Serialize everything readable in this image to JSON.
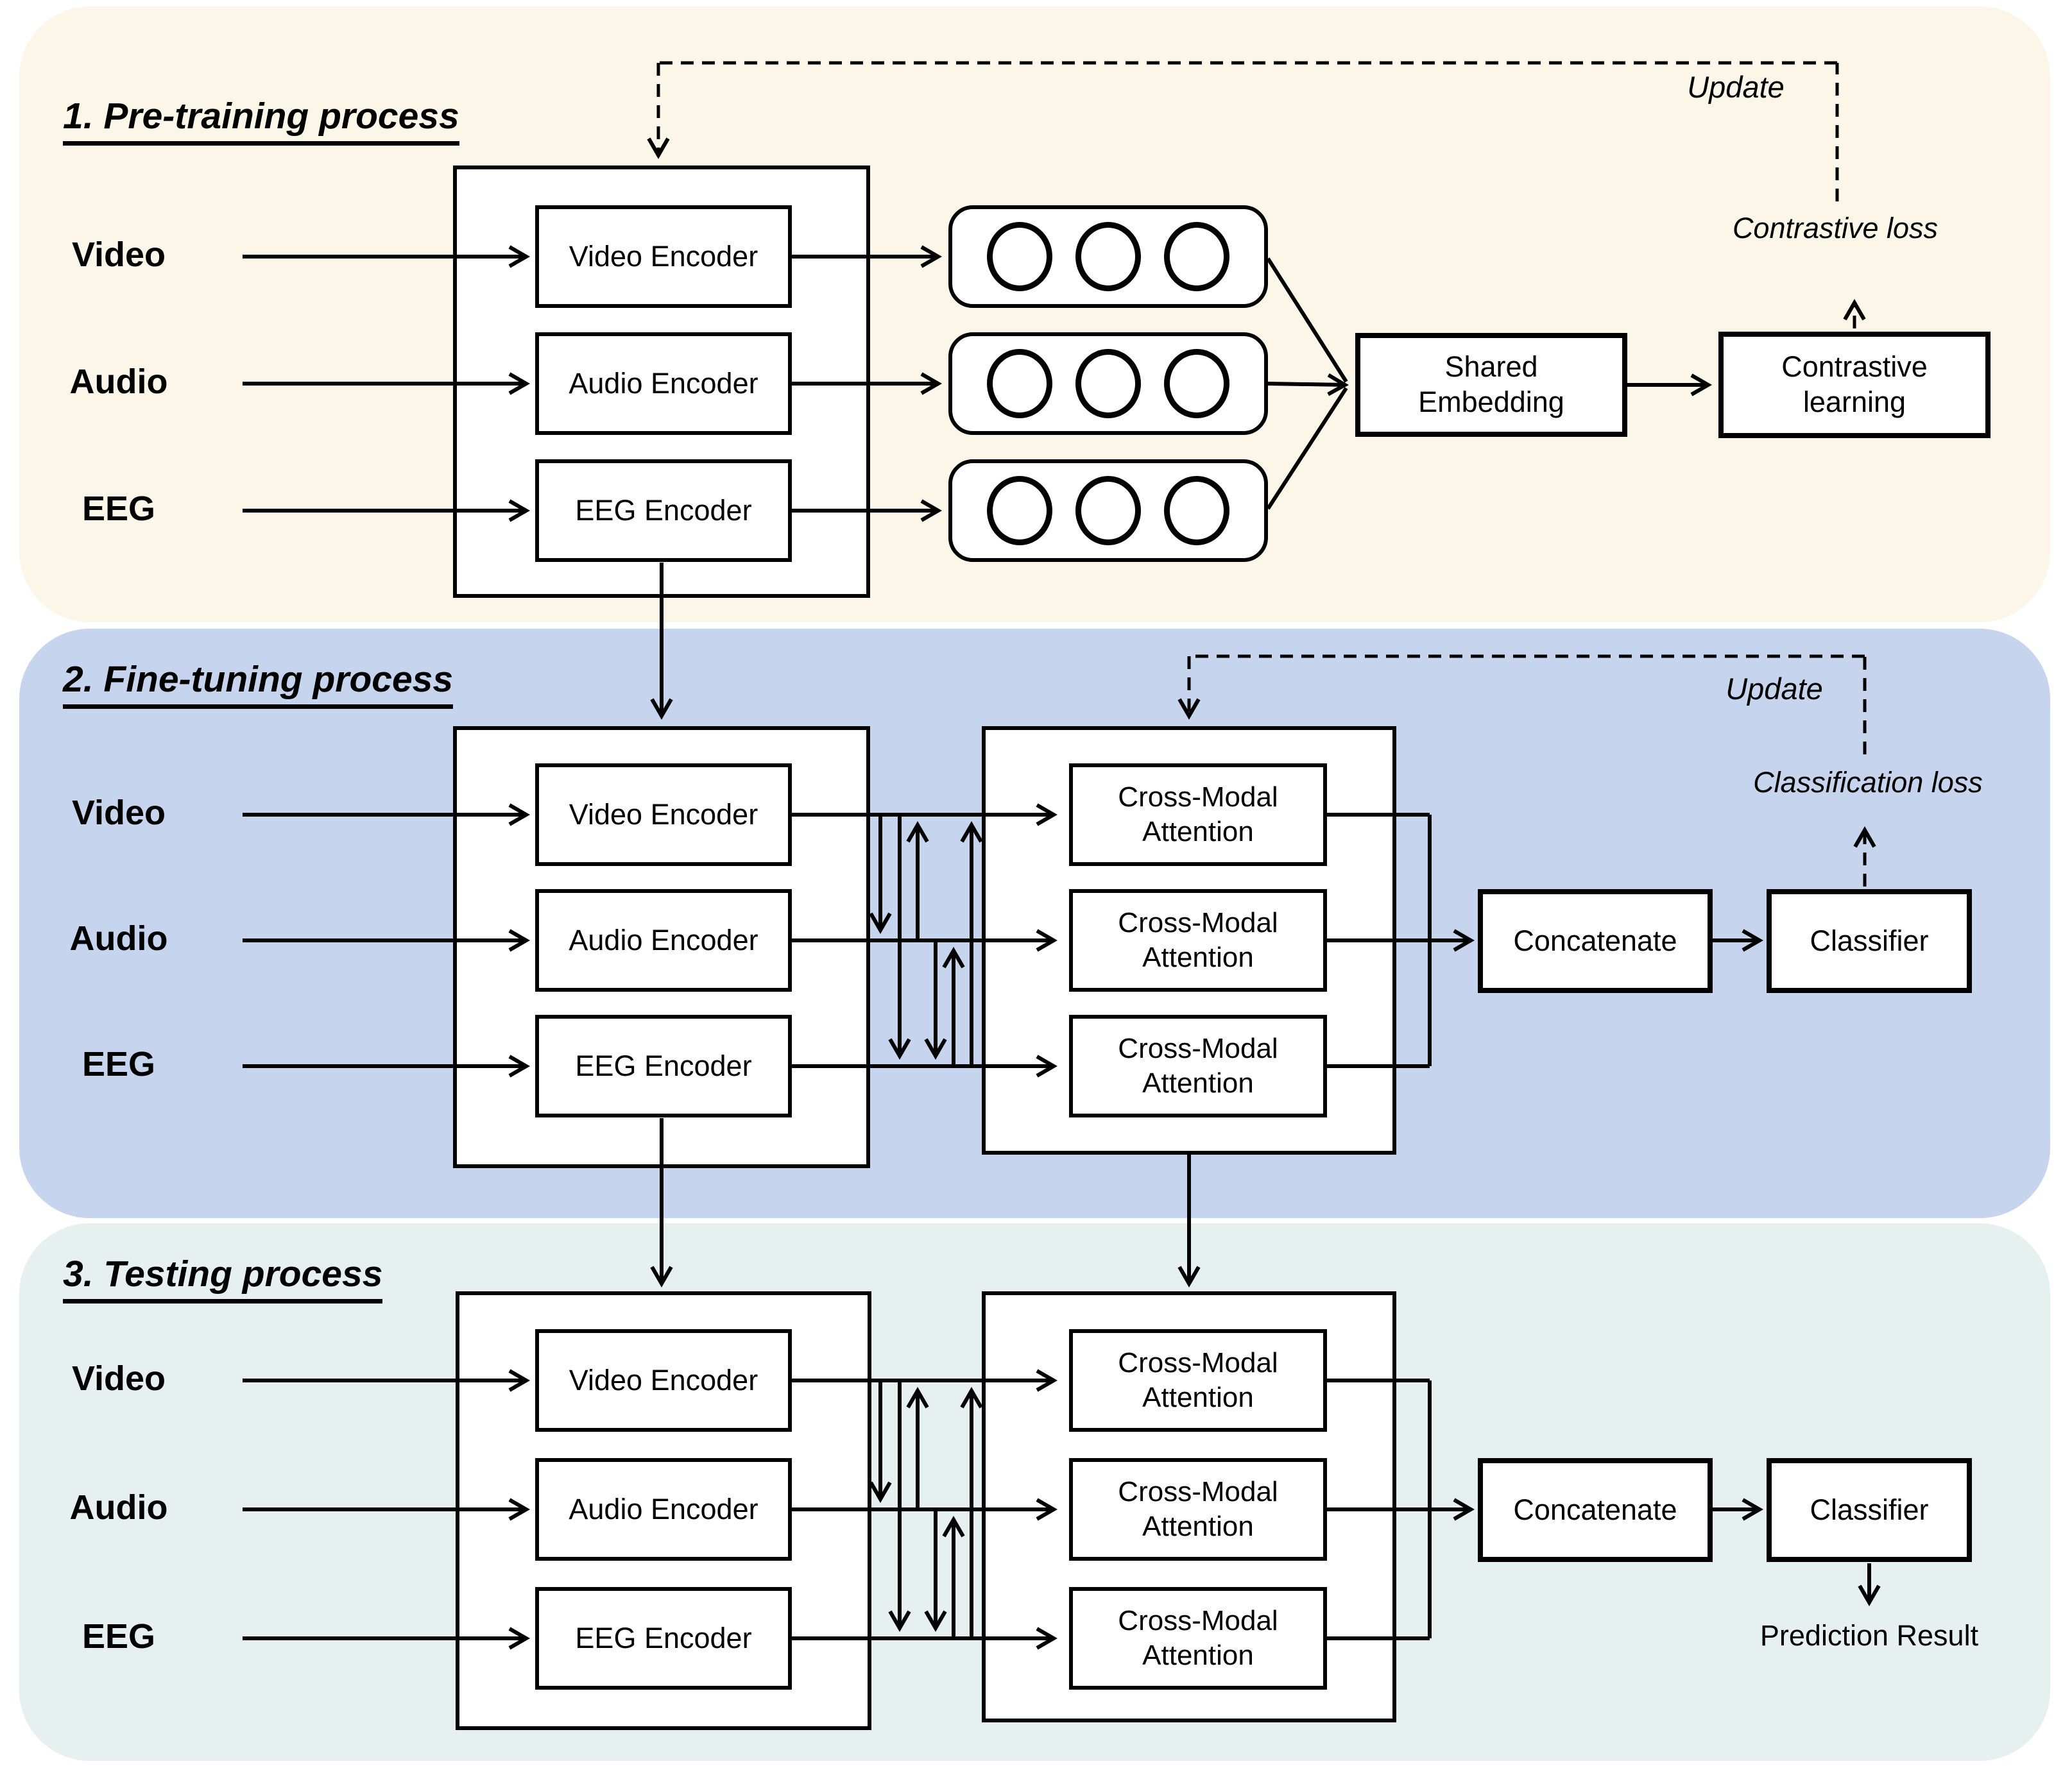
{
  "colors": {
    "background": "#ffffff",
    "panel_pretraining": "#fcf6e8",
    "panel_finetuning": "#c7d4ed",
    "panel_testing": "#e6f0ee",
    "line": "#000000",
    "box_fill": "#ffffff"
  },
  "sections": [
    {
      "title": "1. Pre-training process",
      "inputs": [
        "Video",
        "Audio",
        "EEG"
      ],
      "encoders": [
        "Video Encoder",
        "Audio Encoder",
        "EEG Encoder"
      ],
      "circles_per_embedding": 3,
      "shared_embedding": "Shared Embedding",
      "contrastive_learning": "Contrastive learning",
      "loss_label": "Contrastive loss",
      "update_label": "Update"
    },
    {
      "title": "2. Fine-tuning process",
      "inputs": [
        "Video",
        "Audio",
        "EEG"
      ],
      "encoders": [
        "Video Encoder",
        "Audio Encoder",
        "EEG Encoder"
      ],
      "attention": [
        "Cross-Modal Attention",
        "Cross-Modal Attention",
        "Cross-Modal Attention"
      ],
      "concatenate": "Concatenate",
      "classifier": "Classifier",
      "loss_label": "Classification loss",
      "update_label": "Update"
    },
    {
      "title": "3. Testing process",
      "inputs": [
        "Video",
        "Audio",
        "EEG"
      ],
      "encoders": [
        "Video Encoder",
        "Audio Encoder",
        "EEG Encoder"
      ],
      "attention": [
        "Cross-Modal Attention",
        "Cross-Modal Attention",
        "Cross-Modal Attention"
      ],
      "concatenate": "Concatenate",
      "classifier": "Classifier",
      "result_label": "Prediction Result"
    }
  ]
}
